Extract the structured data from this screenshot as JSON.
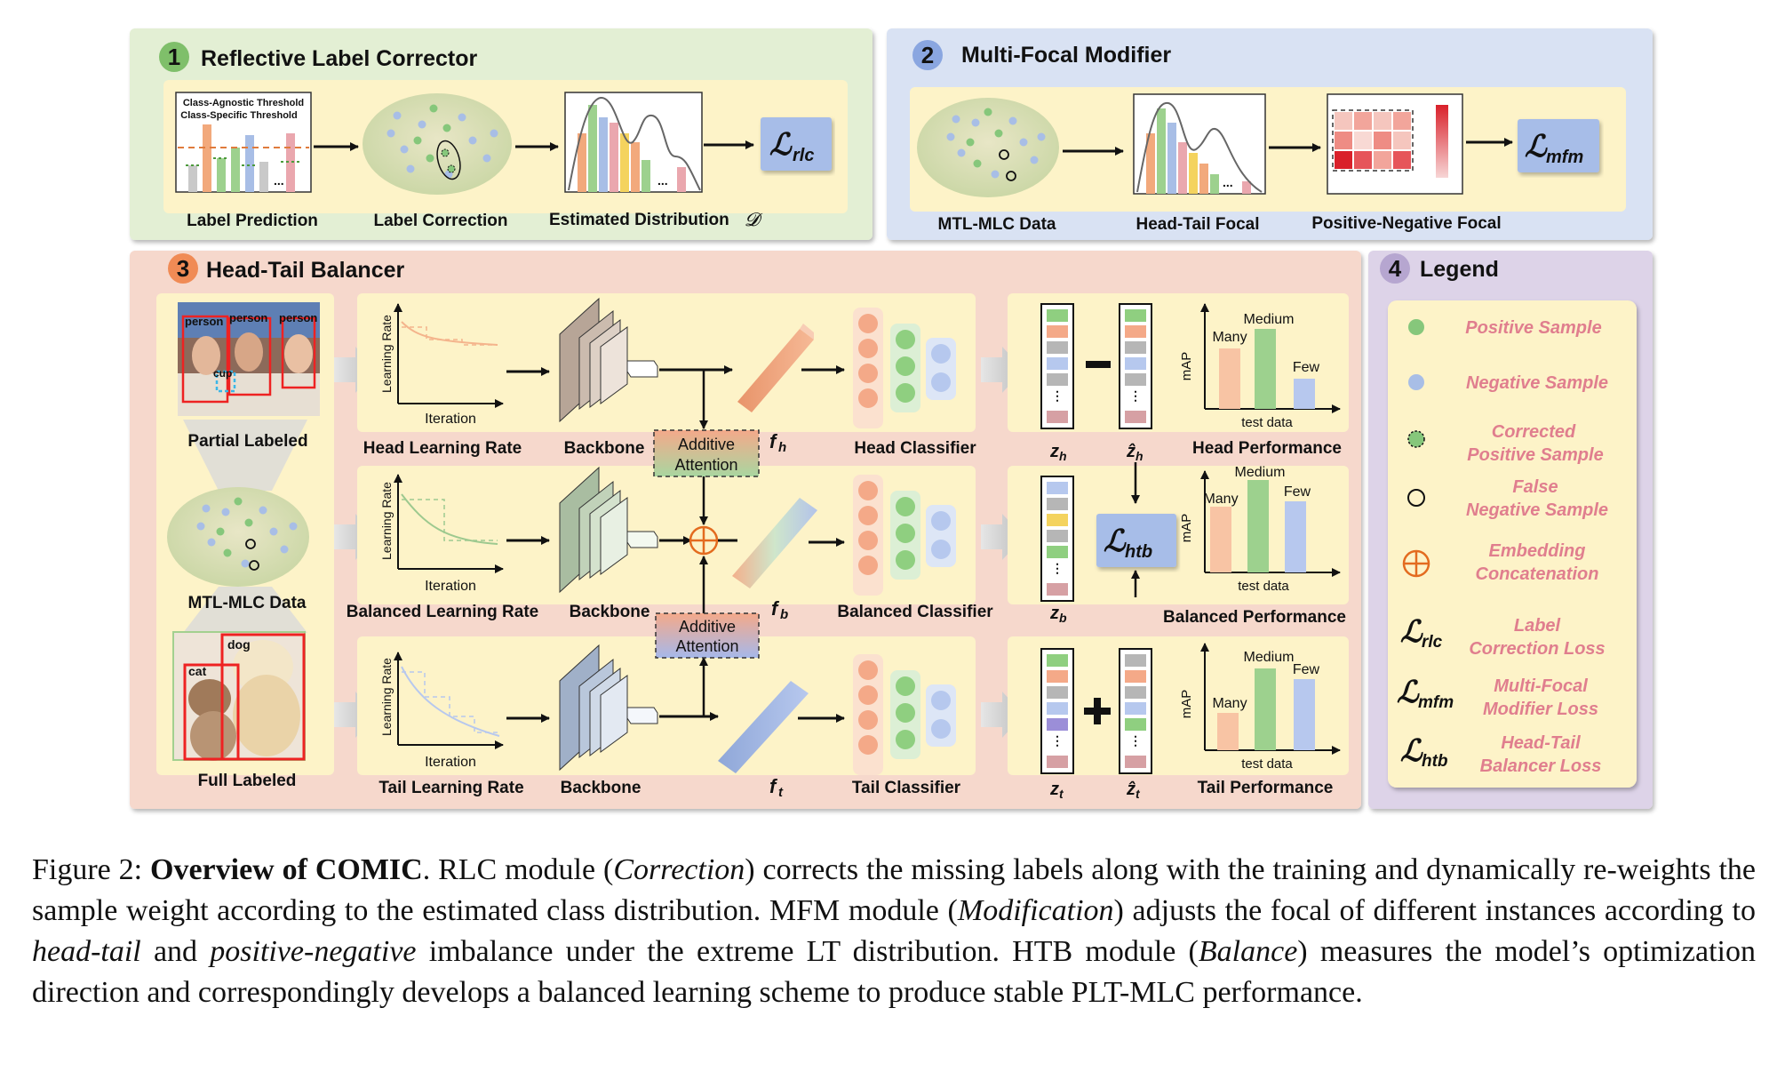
{
  "sections": {
    "rlc": {
      "number": "1",
      "title": "Reflective Label Corrector",
      "threshold_agnostic": "Class-Agnostic Threshold",
      "threshold_specific": "Class-Specific Threshold",
      "label_prediction": "Label Prediction",
      "label_correction": "Label Correction",
      "estimated_distribution": "Estimated Distribution",
      "distribution_symbol": "𝓓",
      "loss_main": "ℒ",
      "loss_sub": "rlc"
    },
    "mfm": {
      "number": "2",
      "title": "Multi-Focal Modifier",
      "data": "MTL-MLC Data",
      "head_tail": "Head-Tail Focal",
      "pos_neg": "Positive-Negative Focal",
      "loss_main": "ℒ",
      "loss_sub": "mfm"
    },
    "htb": {
      "number": "3",
      "title": "Head-Tail Balancer",
      "partial": "Partial Labeled",
      "mtl_data": "MTL-MLC Data",
      "full": "Full Labeled",
      "img_labels": [
        "person",
        "person",
        "person",
        "cup",
        "cat",
        "dog"
      ],
      "learning_rate": "Learning Rate",
      "iteration": "Iteration",
      "head_lr": "Head Learning Rate",
      "balanced_lr": "Balanced Learning Rate",
      "tail_lr": "Tail Learning Rate",
      "backbone": "Backbone",
      "attention_line1": "Additive",
      "attention_line2": "Attention",
      "f": "f",
      "sub_h": "h",
      "sub_b": "b",
      "sub_t": "t",
      "head_classifier": "Head Classifier",
      "balanced_classifier": "Balanced Classifier",
      "tail_classifier": "Tail Classifier",
      "z": "z",
      "zhat": "ẑ",
      "many": "Many",
      "medium": "Medium",
      "few": "Few",
      "map": "mAP",
      "test_data": "test data",
      "head_perf": "Head Performance",
      "balanced_perf": "Balanced Performance",
      "tail_perf": "Tail Performance",
      "loss_main": "ℒ",
      "loss_sub": "htb"
    },
    "legend": {
      "number": "4",
      "title": "Legend",
      "items": [
        {
          "lines": [
            "Positive Sample"
          ]
        },
        {
          "lines": [
            "Negative Sample"
          ]
        },
        {
          "lines": [
            "Corrected",
            "Positive Sample"
          ]
        },
        {
          "lines": [
            "False",
            "Negative Sample"
          ]
        },
        {
          "lines": [
            "Embedding",
            "Concatenation"
          ]
        },
        {
          "lines": [
            "Label",
            "Correction Loss"
          ],
          "loss_sub": "rlc"
        },
        {
          "lines": [
            "Multi-Focal",
            "Modifier  Loss"
          ],
          "loss_sub": "mfm"
        },
        {
          "lines": [
            "Head-Tail",
            "Balancer Loss"
          ],
          "loss_sub": "htb"
        }
      ]
    }
  },
  "caption": {
    "prefix": "Figure 2: ",
    "bold": "Overview of COMIC",
    "s1": ". RLC module (",
    "i1": "Correction",
    "s2": ") corrects the missing labels along with the training and dynamically re-weights the sample weight according to the estimated class distribution. MFM module (",
    "i2": "Modification",
    "s3": ") adjusts the focal of different instances according to ",
    "i3": "head-tail",
    "s4": " and ",
    "i4": "positive-negative",
    "s5": " imbalance under the extreme LT distribution. HTB module (",
    "i5": "Balance",
    "s6": ") measures the model’s optimization direction and correspondingly develops a balanced learning scheme to produce stable PLT-MLC performance."
  },
  "colors": {
    "green_panel": "#e3efd4",
    "blue_panel": "#d9e2f3",
    "pink_panel": "#f6d8cc",
    "purple_panel": "#ddd3e8",
    "cream": "#fdf3c8",
    "positive": "#86c77b",
    "negative": "#a8bee6",
    "orange_bar": "#f4b48c",
    "loss_box": "#a7bde8",
    "legend_text": "#e07e8e"
  }
}
